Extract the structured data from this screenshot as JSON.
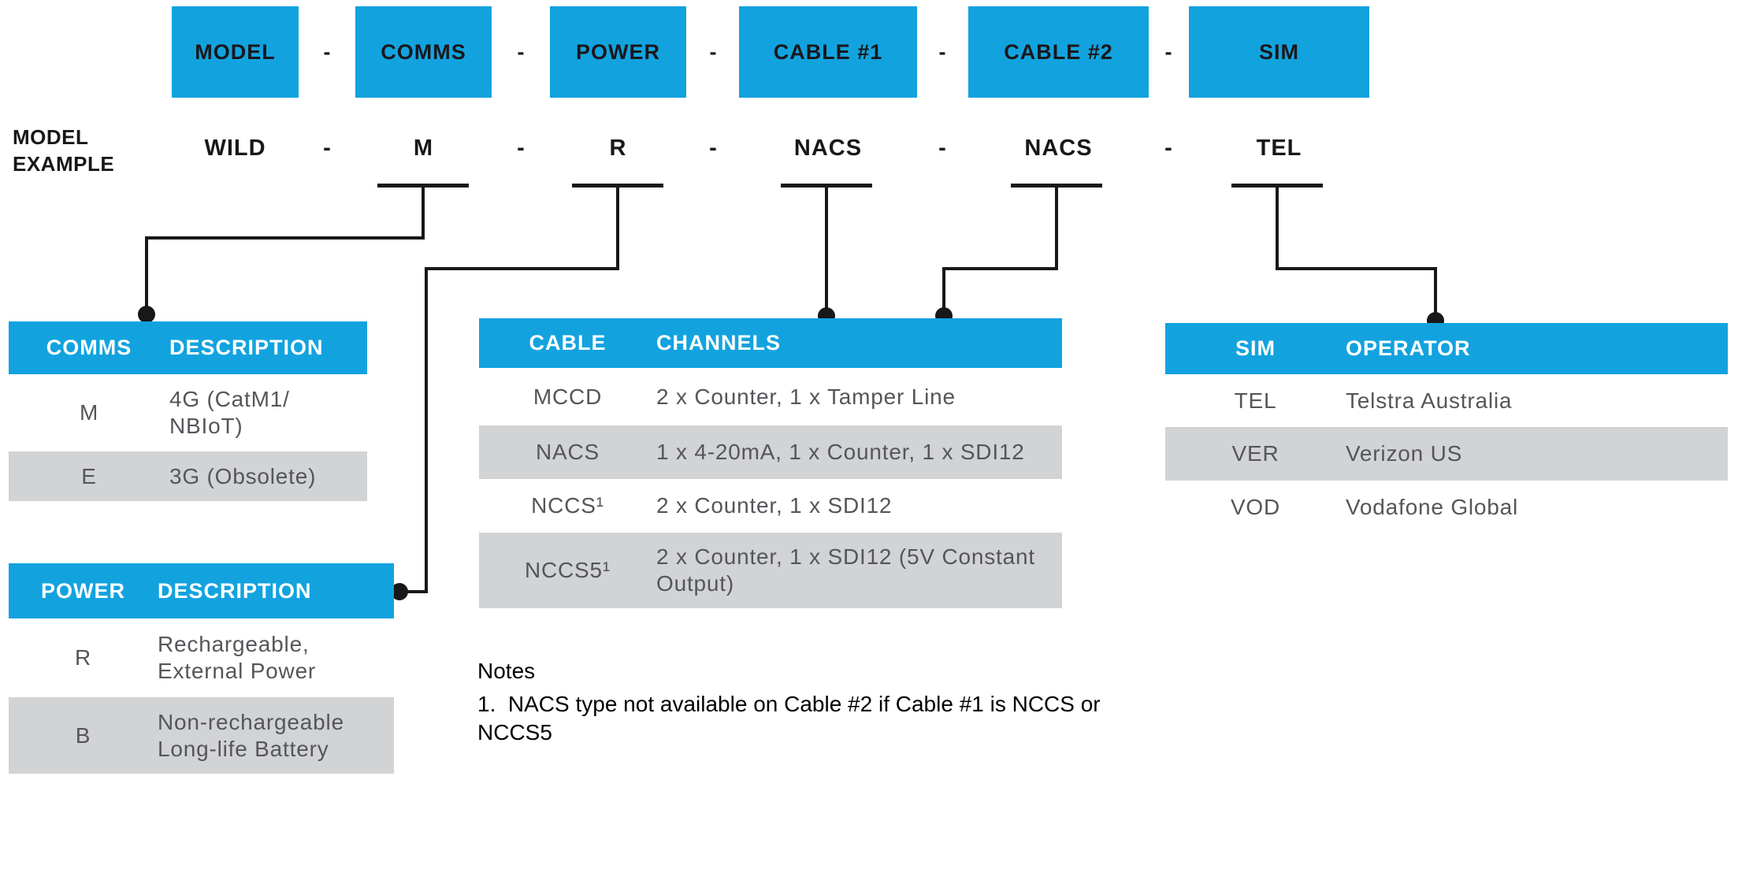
{
  "palette": {
    "blue": "#12a3df",
    "row_gray": "#d2d3d5",
    "cell_text": "#55565a",
    "line_black": "#1a171b"
  },
  "code_format": {
    "separator": "-",
    "segments": [
      "MODEL",
      "COMMS",
      "POWER",
      "CABLE #1",
      "CABLE #2",
      "SIM"
    ]
  },
  "example": {
    "label": "MODEL\nEXAMPLE",
    "separator": "-",
    "codes": [
      "WILD",
      "M",
      "R",
      "NACS",
      "NACS",
      "TEL"
    ]
  },
  "tables": {
    "comms": {
      "col1": "COMMS",
      "col2": "DESCRIPTION",
      "rows": [
        {
          "code": "M",
          "desc": "4G (CatM1/\nNBIoT)"
        },
        {
          "code": "E",
          "desc": "3G (Obsolete)"
        }
      ]
    },
    "power": {
      "col1": "POWER",
      "col2": "DESCRIPTION",
      "rows": [
        {
          "code": "R",
          "desc": "Rechargeable,\nExternal Power"
        },
        {
          "code": "B",
          "desc": "Non-rechargeable\nLong-life Battery"
        }
      ]
    },
    "cable": {
      "col1": "CABLE",
      "col2": "CHANNELS",
      "rows": [
        {
          "code": "MCCD",
          "desc": "2 x Counter, 1 x Tamper Line"
        },
        {
          "code": "NACS",
          "desc": "1 x 4-20mA, 1 x Counter, 1 x SDI12"
        },
        {
          "code": "NCCS¹",
          "desc": "2 x Counter, 1 x SDI12"
        },
        {
          "code": "NCCS5¹",
          "desc": "2 x Counter, 1 x SDI12 (5V Constant\nOutput)"
        }
      ]
    },
    "sim": {
      "col1": "SIM",
      "col2": "OPERATOR",
      "rows": [
        {
          "code": "TEL",
          "desc": "Telstra Australia"
        },
        {
          "code": "VER",
          "desc": "Verizon US"
        },
        {
          "code": "VOD",
          "desc": "Vodafone Global"
        }
      ]
    }
  },
  "notes": {
    "title": "Notes",
    "items": [
      "1.  NACS type not available on Cable #2 if Cable #1 is NCCS or\nNCCS5"
    ]
  }
}
